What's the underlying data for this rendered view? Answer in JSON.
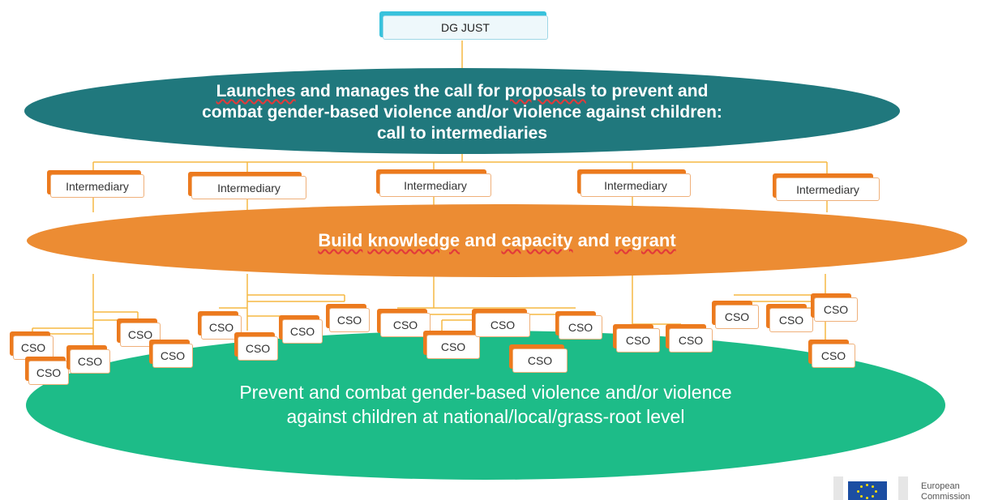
{
  "top_box": {
    "label": "DG JUST"
  },
  "ellipse_1": {
    "line_1_word_1": "Launches",
    "line_1_mid": " and manages the call for ",
    "line_1_word_2": "proposals",
    "line_1_end": " to prevent and",
    "line_2": "combat gender-based violence and/or violence against children:",
    "line_3": "call to intermediaries"
  },
  "ellipse_2": {
    "word_1": "Build",
    "word_2": "knowledge",
    "mid": " and ",
    "word_3": "capacity",
    "mid_2": " and ",
    "word_4": "regrant"
  },
  "ellipse_3": {
    "line_1": "Prevent and combat gender-based violence and/or violence",
    "line_2": "against children at national/local/grass-root level"
  },
  "intermediaries": [
    "Intermediary",
    "Intermediary",
    "Intermediary",
    "Intermediary",
    "Intermediary"
  ],
  "cso_label": "CSO",
  "logo": {
    "line_1": "European",
    "line_2": "Commission"
  },
  "colors": {
    "dg_box": "#38c2dc",
    "ellipse_1": "#20787d",
    "ellipse_2": "#ec8c33",
    "ellipse_3": "#1dbc88",
    "connector": "#f5b942",
    "node_shadow": "#ec7a1e"
  }
}
